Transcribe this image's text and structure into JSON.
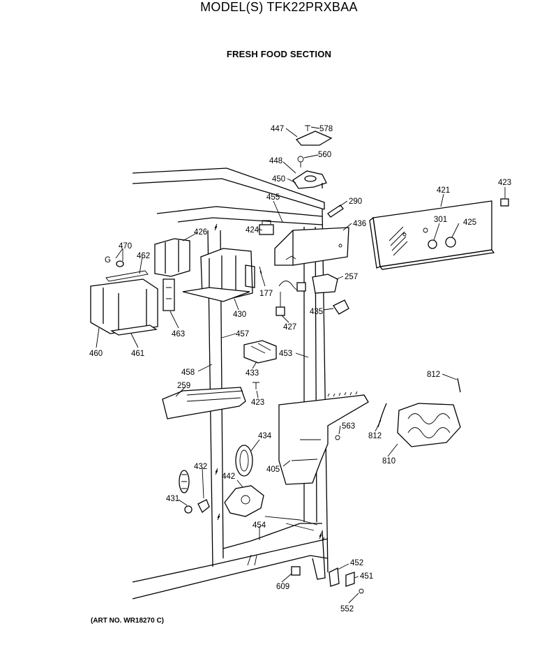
{
  "header": {
    "title": "MODEL(S) TFK22PRXBAA",
    "subtitle": "FRESH FOOD SECTION"
  },
  "footer": {
    "art_no": "(ART NO. WR18270 C)"
  },
  "callouts": {
    "c447": "447",
    "c578": "578",
    "c448": "448",
    "c560": "560",
    "c450": "450",
    "c455": "455",
    "c290": "290",
    "c421": "421",
    "c423a": "423",
    "c424": "424",
    "c426": "426",
    "c436": "436",
    "c301": "301",
    "c425": "425",
    "c470": "470",
    "c462": "462",
    "cG": "G",
    "c177": "177",
    "c257": "257",
    "c430": "430",
    "c435": "435",
    "c427": "427",
    "c463": "463",
    "c460": "460",
    "c461": "461",
    "c457": "457",
    "c453": "453",
    "c433": "433",
    "c458": "458",
    "c812a": "812",
    "c259": "259",
    "c423b": "423",
    "c563": "563",
    "c812b": "812",
    "c434": "434",
    "c405": "405",
    "c810": "810",
    "c432": "432",
    "c442": "442",
    "c431": "431",
    "c454": "454",
    "c452": "452",
    "c451": "451",
    "c609": "609",
    "c552": "552"
  }
}
